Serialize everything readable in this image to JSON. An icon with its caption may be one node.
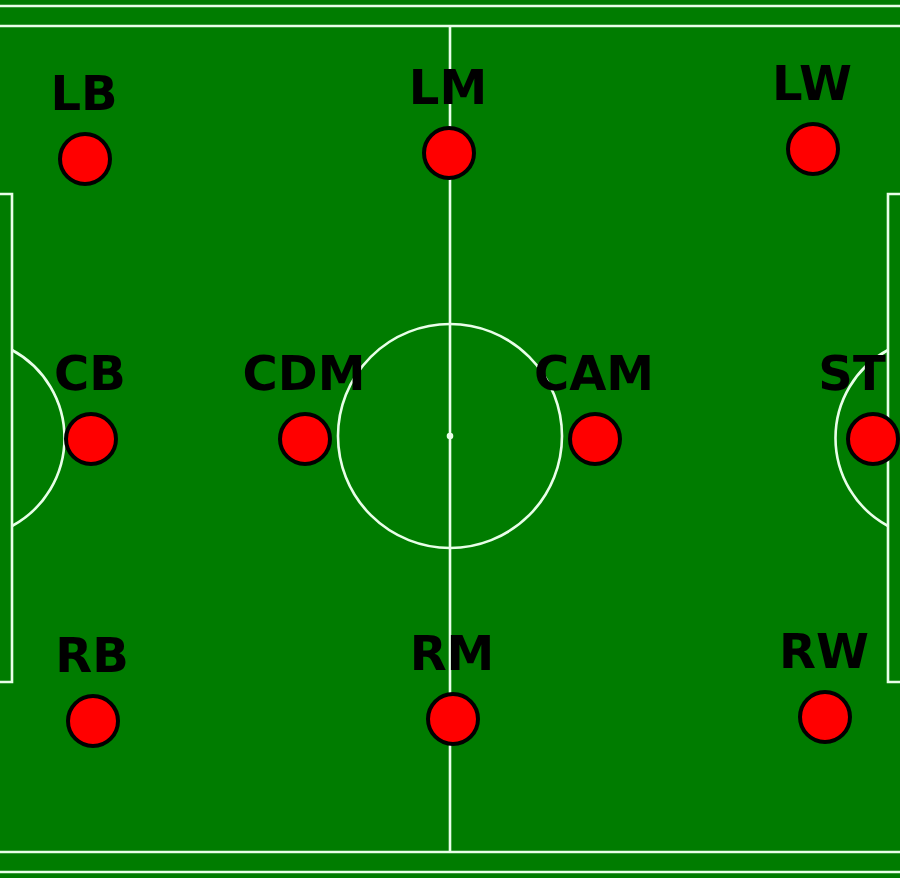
{
  "diagram": {
    "nodes": [
      {
        "text": [
          "LB"
        ]
      },
      {
        "text": [
          "LM"
        ]
      },
      {
        "text": [
          "LW"
        ]
      },
      {
        "text": [
          "CB"
        ]
      },
      {
        "text": [
          "CDM"
        ]
      },
      {
        "text": [
          "CAM"
        ]
      },
      {
        "text": [
          "ST"
        ]
      },
      {
        "text": [
          "RB"
        ]
      },
      {
        "text": [
          "RM"
        ]
      },
      {
        "text": [
          "RW"
        ]
      }
    ]
  }
}
